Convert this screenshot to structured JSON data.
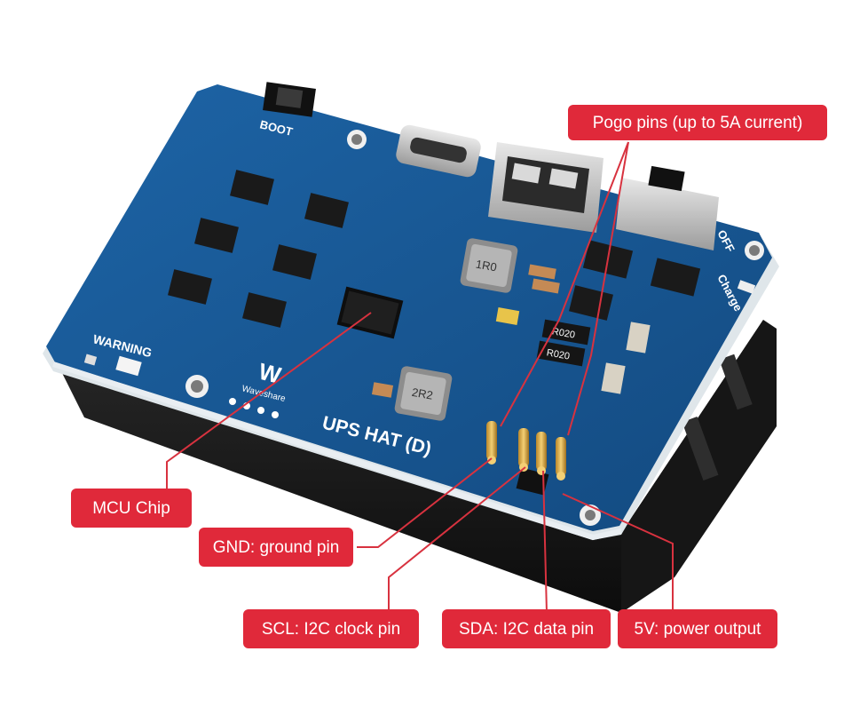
{
  "board": {
    "title": "UPS HAT (D)",
    "brand": "Waveshare",
    "labels": {
      "boot": "BOOT",
      "warning": "WARNING",
      "charge": "Charge",
      "off": "OFF",
      "inductor_top": "1R0",
      "inductor_bottom": "2R2",
      "resistor_a": "R020",
      "resistor_b": "R020"
    }
  },
  "callouts": {
    "pogo": "Pogo pins (up to 5A current)",
    "mcu": "MCU Chip",
    "gnd": "GND: ground pin",
    "scl": "SCL: I2C clock pin",
    "sda": "SDA: I2C data pin",
    "v5": "5V: power output"
  },
  "colors": {
    "callout": "#e0293a",
    "pcb": "#17558f",
    "leader": "#d8323f"
  }
}
